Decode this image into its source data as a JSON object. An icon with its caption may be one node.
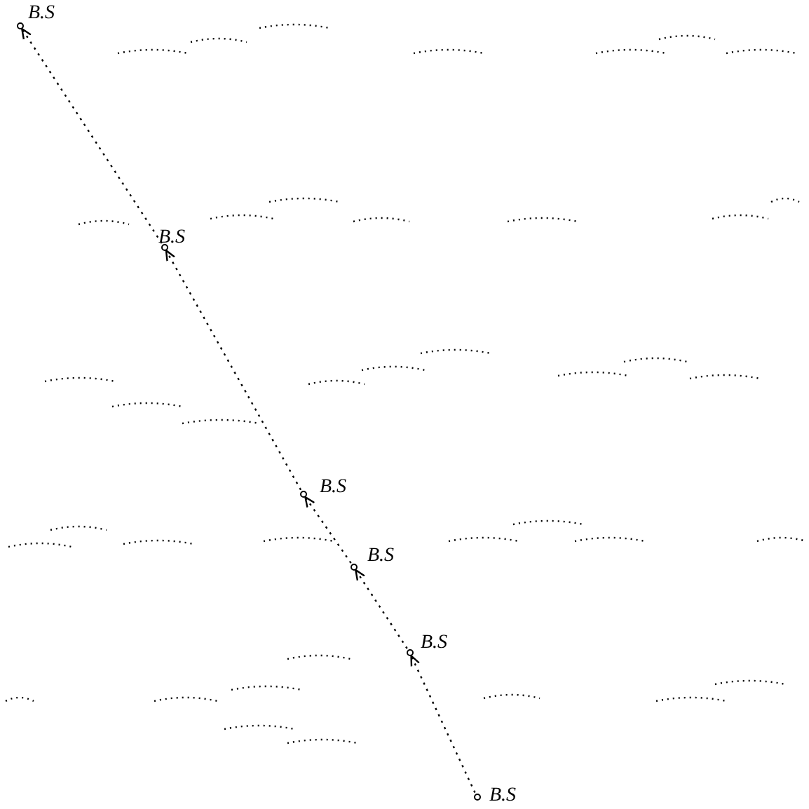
{
  "diagram": {
    "nodes": [
      {
        "text": [],
        "shape": "circle",
        "beside": [
          "B.S"
        ]
      },
      {
        "text": [],
        "shape": "circle",
        "beside": [
          "B.S"
        ]
      },
      {
        "text": [],
        "shape": "circle",
        "beside": [
          "B.S"
        ]
      },
      {
        "text": [],
        "shape": "circle",
        "beside": [
          "B.S"
        ]
      },
      {
        "text": [],
        "shape": "circle",
        "beside": [
          "B.S"
        ]
      },
      {
        "text": [],
        "shape": "circle",
        "beside": [
          "B.S"
        ]
      }
    ],
    "edges": [
      {
        "from": 1,
        "to": 0,
        "arrow": "to",
        "style": "dashed"
      },
      {
        "from": 2,
        "to": 1,
        "arrow": "to",
        "style": "dashed"
      },
      {
        "from": 3,
        "to": 2,
        "arrow": "to",
        "style": "dashed"
      },
      {
        "from": 4,
        "to": 3,
        "arrow": "to",
        "style": "dashed"
      },
      {
        "from": 5,
        "to": 4,
        "arrow": "to",
        "style": "dashed"
      }
    ]
  }
}
